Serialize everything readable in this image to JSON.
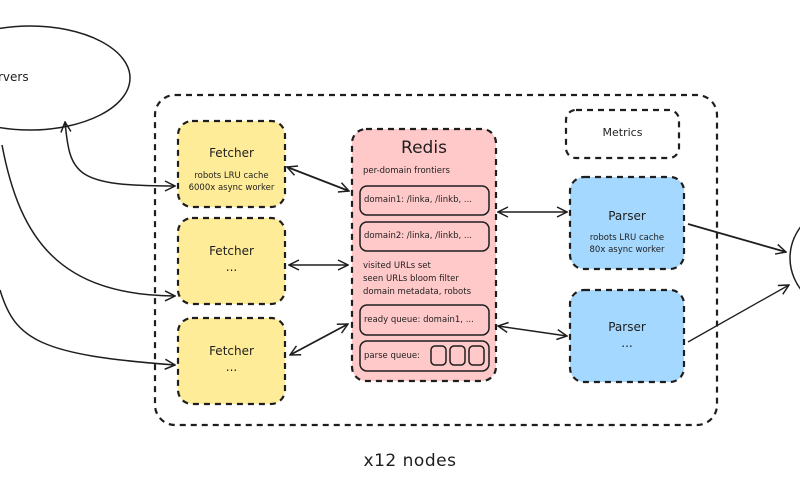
{
  "external": {
    "servers_label": "Servers",
    "servers_label_visible": "rvers"
  },
  "cluster": {
    "multiplier_label": "x12 nodes"
  },
  "fetchers": [
    {
      "title": "Fetcher",
      "lines": [
        "robots LRU cache",
        "6000x async worker"
      ]
    },
    {
      "title": "Fetcher",
      "lines": [
        "..."
      ]
    },
    {
      "title": "Fetcher",
      "lines": [
        "..."
      ]
    }
  ],
  "redis": {
    "title": "Redis",
    "frontiers_label": "per-domain frontiers",
    "frontiers": [
      "domain1: /linka, /linkb, ...",
      "domain2: /linka, /linkb, ..."
    ],
    "info_lines": [
      "visited URLs set",
      "seen URLs bloom filter",
      "domain metadata, robots"
    ],
    "ready_queue": "ready queue: domain1, ...",
    "parse_queue": "parse queue:"
  },
  "metrics": {
    "title": "Metrics"
  },
  "parsers": [
    {
      "title": "Parser",
      "lines": [
        "robots LRU cache",
        "80x async worker"
      ]
    },
    {
      "title": "Parser",
      "lines": [
        "..."
      ]
    }
  ],
  "colors": {
    "fetcher_fill": "#ffec99",
    "redis_fill": "#ffc9c9",
    "parser_fill": "#a5d8ff",
    "stroke": "#1e1e1e"
  }
}
